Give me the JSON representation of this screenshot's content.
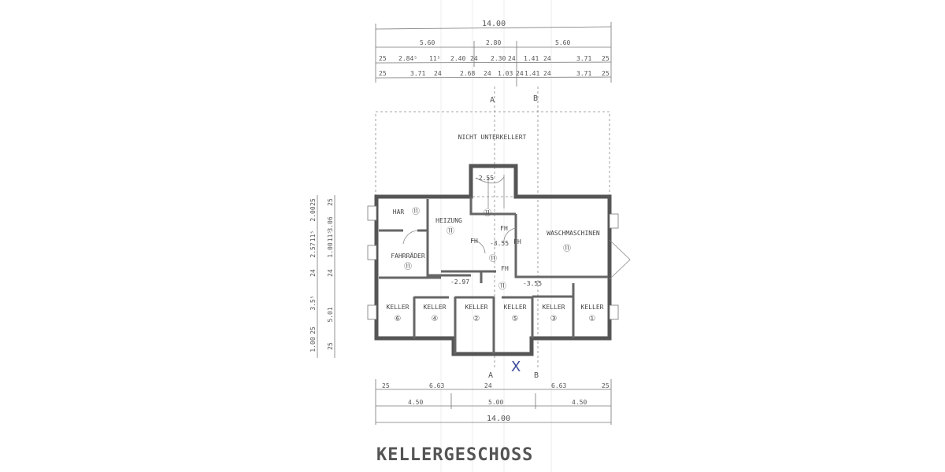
{
  "drawing": {
    "title": "KELLERGESCHOSS",
    "unexcavated_label": "NICHT UNTERKELLERT",
    "section_a": "A",
    "section_b": "B",
    "mark_x": "X"
  },
  "top_dimensions": {
    "overall": "14.00",
    "row2": [
      "5.60",
      "2.80",
      "5.60"
    ],
    "row3": [
      "25",
      "2.84⁵",
      "11⁵",
      "2.40",
      "24",
      "2.30",
      "24",
      "1.41",
      "24",
      "3.71",
      "25"
    ],
    "row4": [
      "25",
      "3.71",
      "24",
      "2.68",
      "24",
      "1.03",
      "24",
      "1.41",
      "24",
      "3.71",
      "25"
    ]
  },
  "left_dimensions": {
    "outer": [
      "25",
      "2.00",
      "11⁵",
      "2.57",
      "24",
      "3.5⁵",
      "25",
      "1.00"
    ],
    "inner": [
      "25",
      "3.06",
      "11⁵",
      "1.00",
      "24",
      "5.01",
      "25"
    ]
  },
  "bottom_dimensions": {
    "row1": [
      "25",
      "6.63",
      "24",
      "6.63",
      "25"
    ],
    "row2": [
      "4.50",
      "5.00",
      "4.50"
    ],
    "overall": "14.00"
  },
  "rooms": [
    {
      "name": "HAR",
      "num": "⑪"
    },
    {
      "name": "HEIZUNG",
      "num": "⑪"
    },
    {
      "name": "FAHRRÄDER",
      "num": "⑪"
    },
    {
      "name": "WASCHMASCHINEN",
      "num": "⑪"
    },
    {
      "name": "KELLER",
      "num": "⑥"
    },
    {
      "name": "KELLER",
      "num": "④"
    },
    {
      "name": "KELLER",
      "num": "②"
    },
    {
      "name": "KELLER",
      "num": "⑤"
    },
    {
      "name": "KELLER",
      "num": "③"
    },
    {
      "name": "KELLER",
      "num": "①"
    }
  ],
  "stair_num": "⑪",
  "hall_nums": [
    "⑪",
    "⑪"
  ],
  "levels": [
    "-2.55",
    "-3.55",
    "-2.97",
    "-3.55"
  ],
  "fire_doors": [
    "FH",
    "FH",
    "FH",
    "FH"
  ]
}
